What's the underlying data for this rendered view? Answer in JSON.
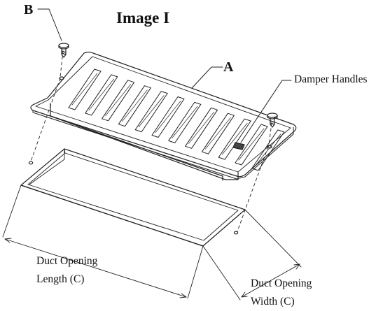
{
  "title": "Image I",
  "labels": {
    "b": "B",
    "a": "A",
    "damper": "Damper Handles",
    "length_line1": "Duct Opening",
    "length_line2": "Length (C)",
    "width_line1": "Duct Opening",
    "width_line2": "Width (C)"
  },
  "slot_count": 12
}
